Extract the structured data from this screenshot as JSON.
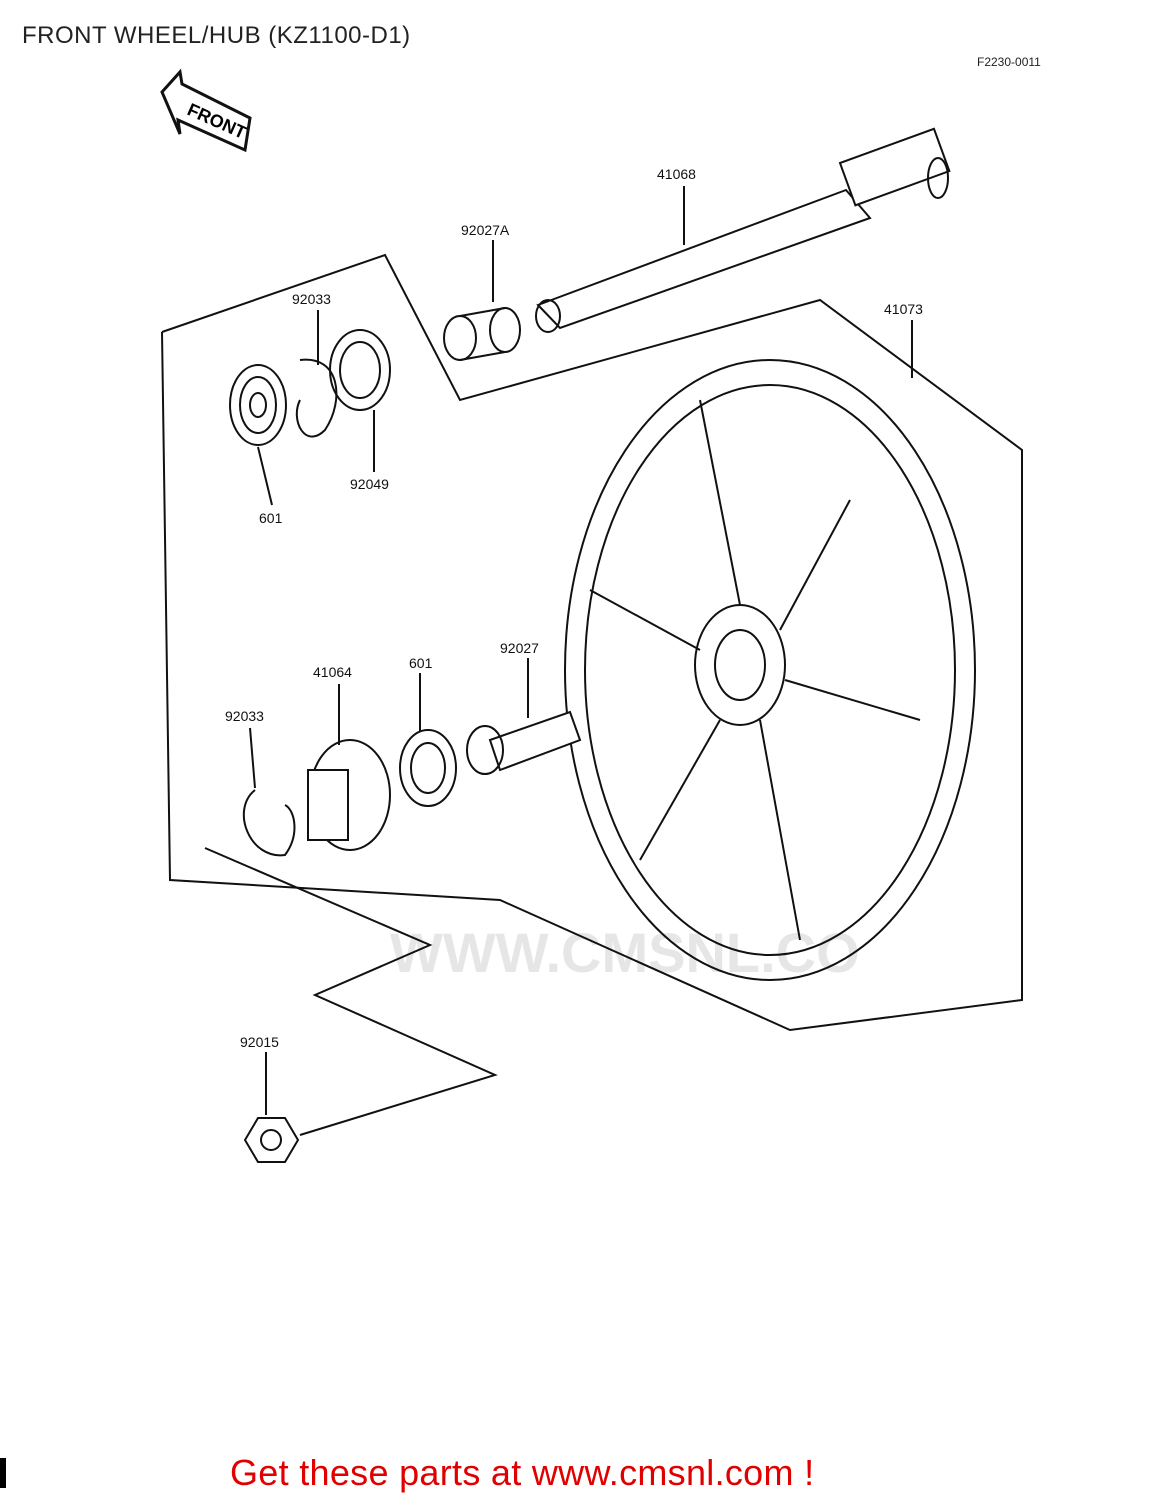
{
  "header": {
    "title": "FRONT WHEEL/HUB (KZ1100-D1)",
    "ref_code": "F2230-0011"
  },
  "diagram": {
    "front_arrow_text": "FRONT",
    "watermark_text": "WWW.CMSNL.CO",
    "parts": [
      {
        "id": "41068",
        "label": "41068"
      },
      {
        "id": "92027A",
        "label": "92027A"
      },
      {
        "id": "41073",
        "label": "41073"
      },
      {
        "id": "92033-top",
        "label": "92033"
      },
      {
        "id": "92049",
        "label": "92049"
      },
      {
        "id": "601-top",
        "label": "601"
      },
      {
        "id": "92027",
        "label": "92027"
      },
      {
        "id": "41064",
        "label": "41064"
      },
      {
        "id": "601-bottom",
        "label": "601"
      },
      {
        "id": "92033-bottom",
        "label": "92033"
      },
      {
        "id": "92015",
        "label": "92015"
      }
    ]
  },
  "footer": {
    "cta": "Get these parts at www.cmsnl.com !"
  }
}
